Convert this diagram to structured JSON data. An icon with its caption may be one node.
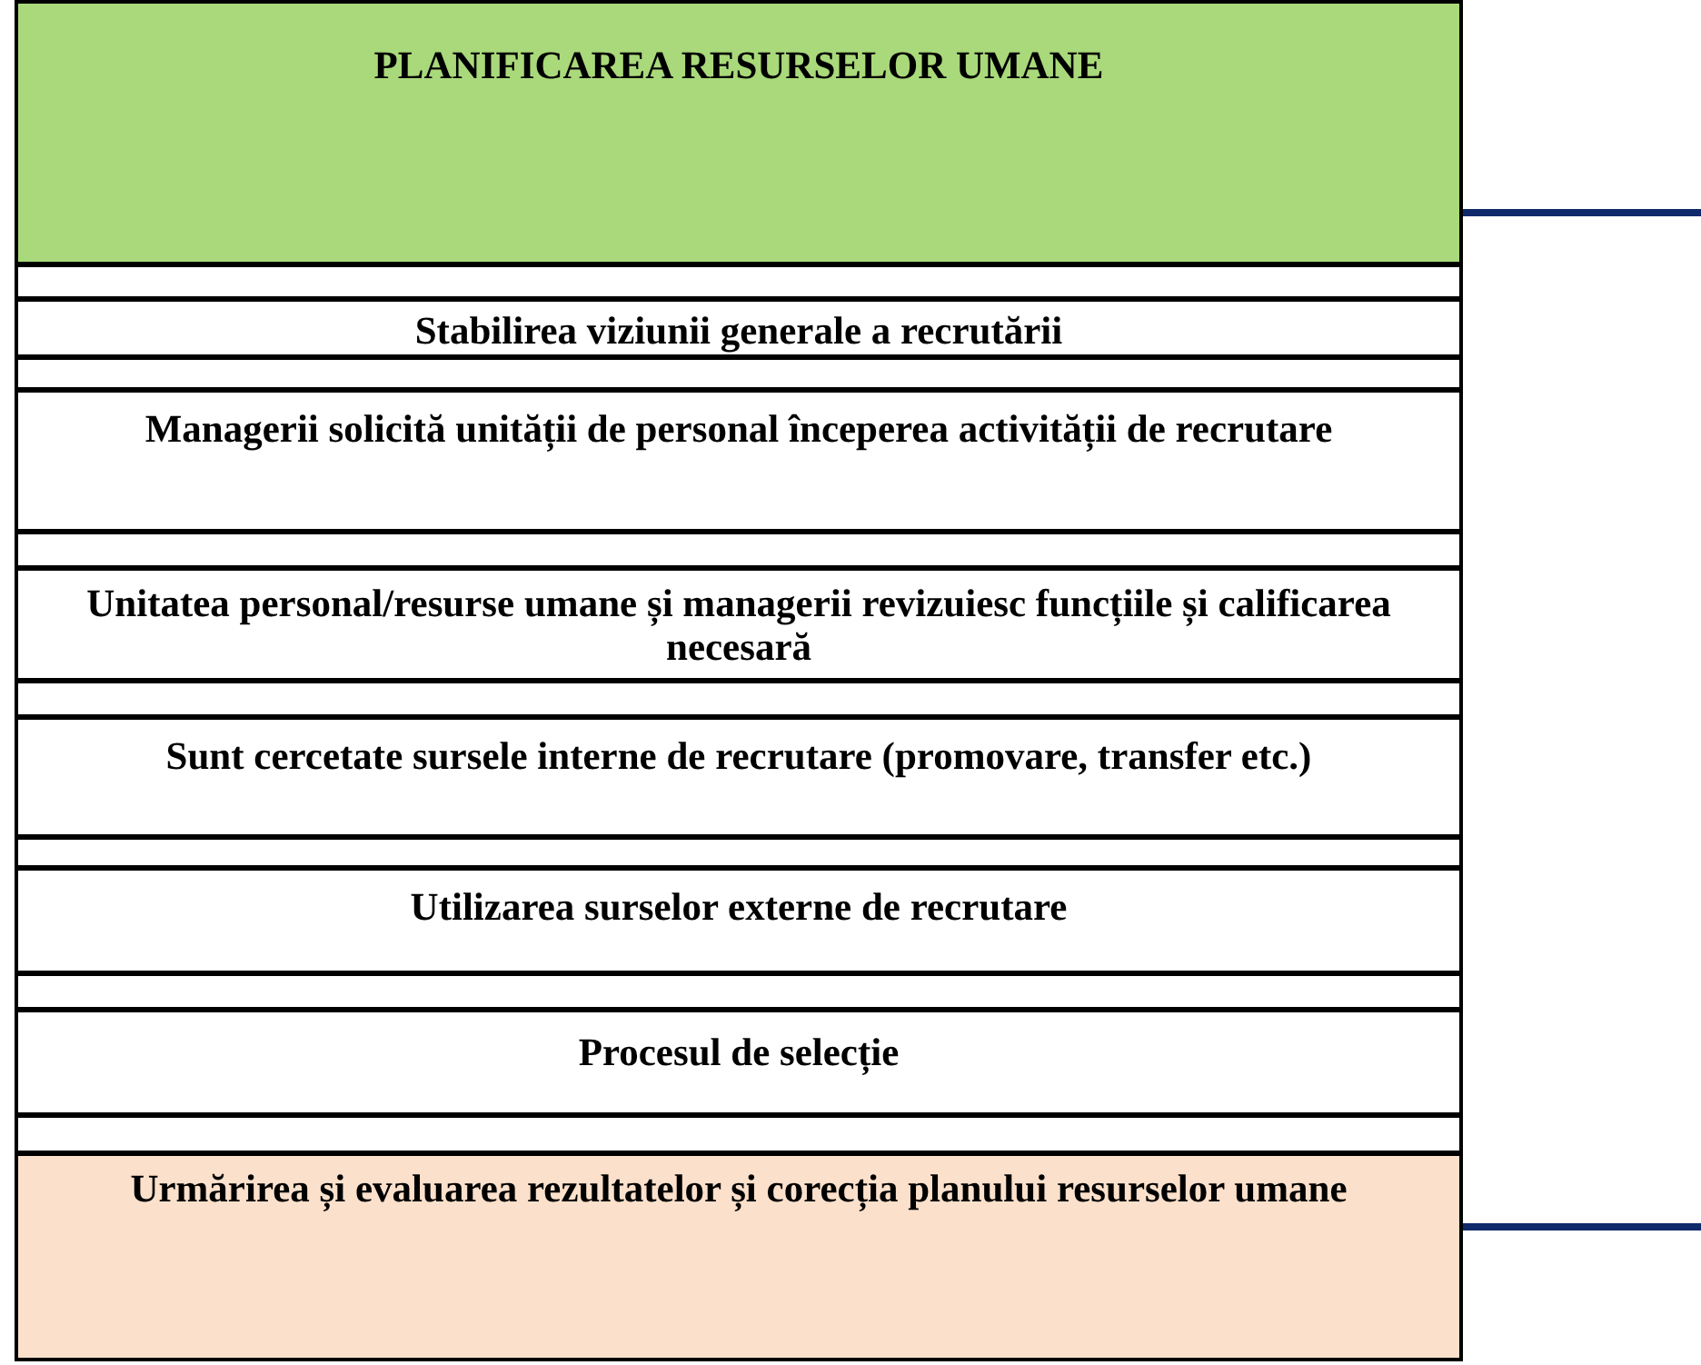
{
  "diagram": {
    "nodes": [
      {
        "text": [
          "PLANIFICAREA RESURSELOR UMANE"
        ]
      },
      {
        "text": [],
        "shape": "bar"
      },
      {
        "text": [
          "Stabilirea viziunii generale a recrutării"
        ]
      },
      {
        "text": [],
        "shape": "bar"
      },
      {
        "text": [
          "Managerii solicită unității de personal începerea activității de recrutare"
        ]
      },
      {
        "text": [],
        "shape": "bar"
      },
      {
        "text": [
          "Unitatea personal/resurse umane și managerii revizuiesc funcțiile și calificarea necesară"
        ]
      },
      {
        "text": [],
        "shape": "bar"
      },
      {
        "text": [
          "Sunt cercetate sursele interne de recrutare (promovare, transfer etc.)"
        ]
      },
      {
        "text": [],
        "shape": "bar"
      },
      {
        "text": [
          "Utilizarea surselor externe de recrutare"
        ]
      },
      {
        "text": [],
        "shape": "bar"
      },
      {
        "text": [
          "Procesul de selecție"
        ]
      },
      {
        "text": [],
        "shape": "bar"
      },
      {
        "text": [
          "Urmărirea și evaluarea rezultatelor și corecția planului resurselor umane"
        ]
      }
    ],
    "edges": [
      {
        "from": 0,
        "to": null,
        "arrow": "none"
      },
      {
        "from": 14,
        "to": null,
        "arrow": "none"
      }
    ]
  }
}
